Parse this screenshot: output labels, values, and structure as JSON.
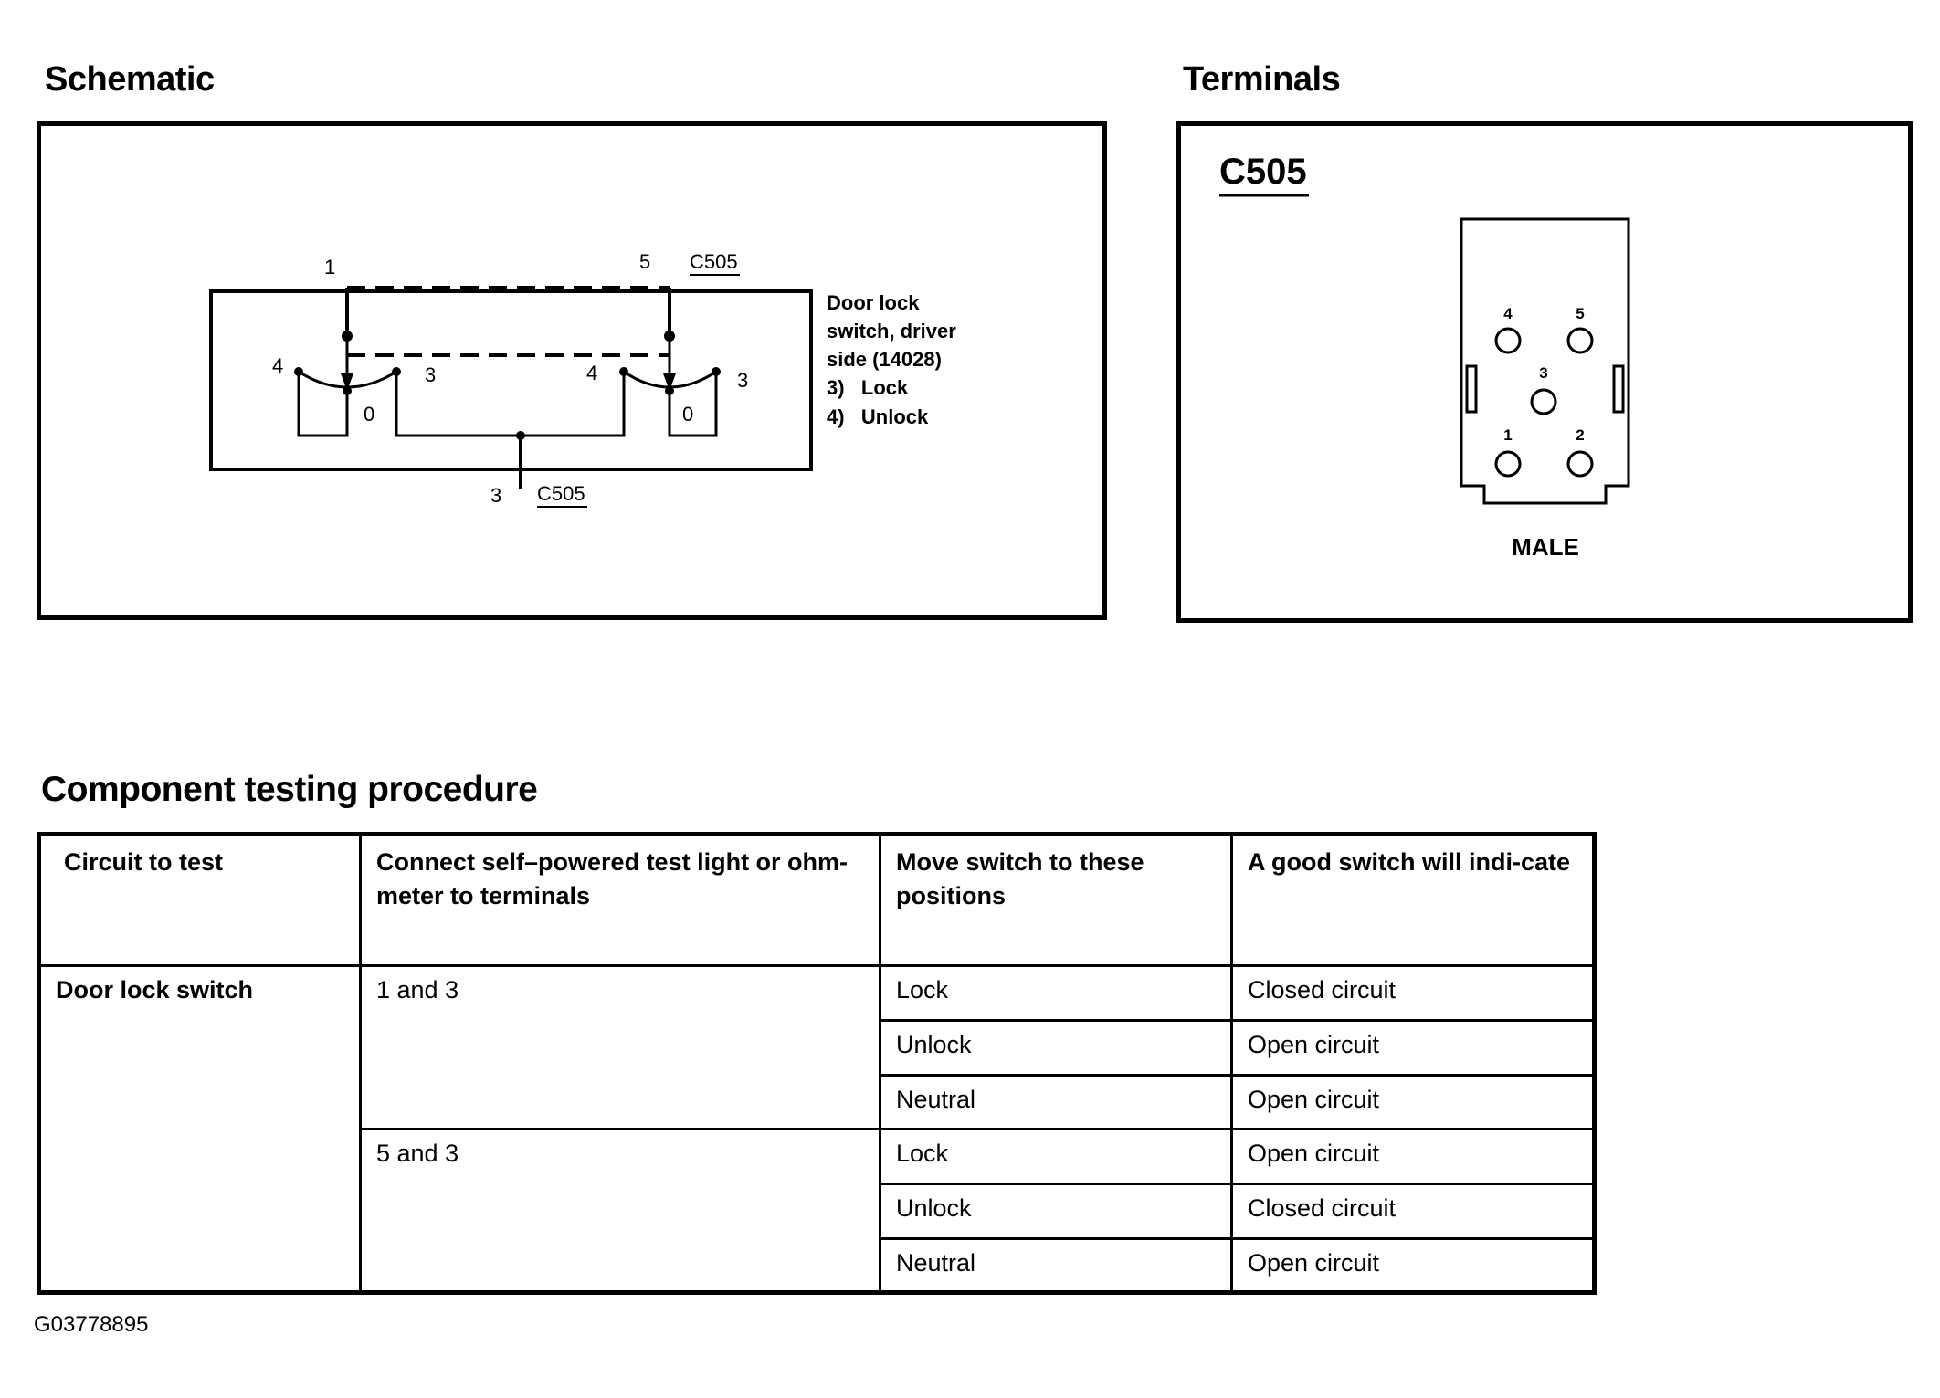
{
  "schematic": {
    "title": "Schematic",
    "pin_top_left": "1",
    "pin_top_right": "5",
    "connector_top": "C505",
    "pin_bottom": "3",
    "connector_bottom": "C505",
    "left_switch": {
      "pos_unlock": "4",
      "pos_lock": "3",
      "pos_neutral": "0"
    },
    "right_switch": {
      "pos_unlock": "4",
      "pos_lock": "3",
      "pos_neutral": "0"
    },
    "component_label": [
      "Door lock",
      "switch, driver",
      "side (14028)",
      "3)   Lock",
      "4)   Unlock"
    ]
  },
  "terminals": {
    "title": "Terminals",
    "connector_name": "C505",
    "pins": [
      "1",
      "2",
      "3",
      "4",
      "5"
    ],
    "gender": "MALE"
  },
  "procedure": {
    "title": "Component testing procedure",
    "headers": [
      "Circuit to test",
      "Connect self–powered test light or ohm-meter to terminals",
      "Move switch to these positions",
      "A good switch will indi-cate"
    ],
    "circuit": "Door lock switch",
    "groups": [
      {
        "terminals": "1 and 3",
        "rows": [
          {
            "position": "Lock",
            "result": "Closed circuit"
          },
          {
            "position": "Unlock",
            "result": "Open circuit"
          },
          {
            "position": "Neutral",
            "result": "Open circuit"
          }
        ]
      },
      {
        "terminals": "5 and 3",
        "rows": [
          {
            "position": "Lock",
            "result": "Open circuit"
          },
          {
            "position": "Unlock",
            "result": "Closed circuit"
          },
          {
            "position": "Neutral",
            "result": "Open circuit"
          }
        ]
      }
    ]
  },
  "figure_id": "G03778895"
}
